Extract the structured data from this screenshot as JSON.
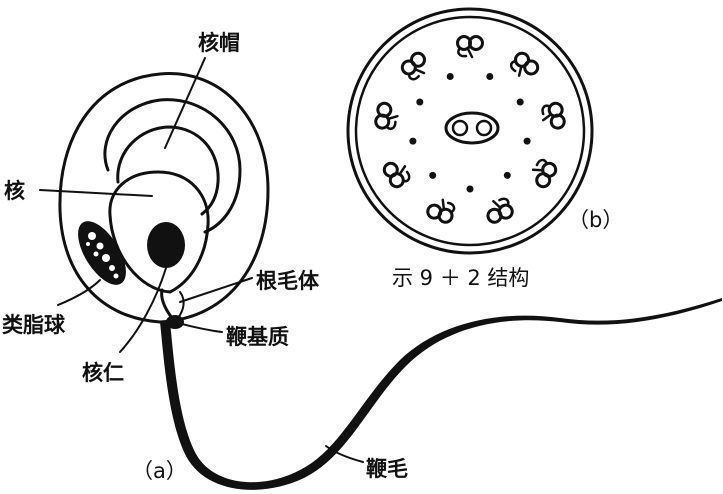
{
  "figure_a": {
    "panel_label": "（a）",
    "labels": {
      "nuclear_cap": "核帽",
      "nucleus": "核",
      "lipid_globule": "类脂球",
      "nucleolus": "核仁",
      "rhizoplast": "根毛体",
      "blepharoplast": "鞭基质",
      "flagellum": "鞭毛"
    }
  },
  "figure_b": {
    "panel_label": "（b）",
    "caption": "示 9 ＋ 2 结构"
  }
}
